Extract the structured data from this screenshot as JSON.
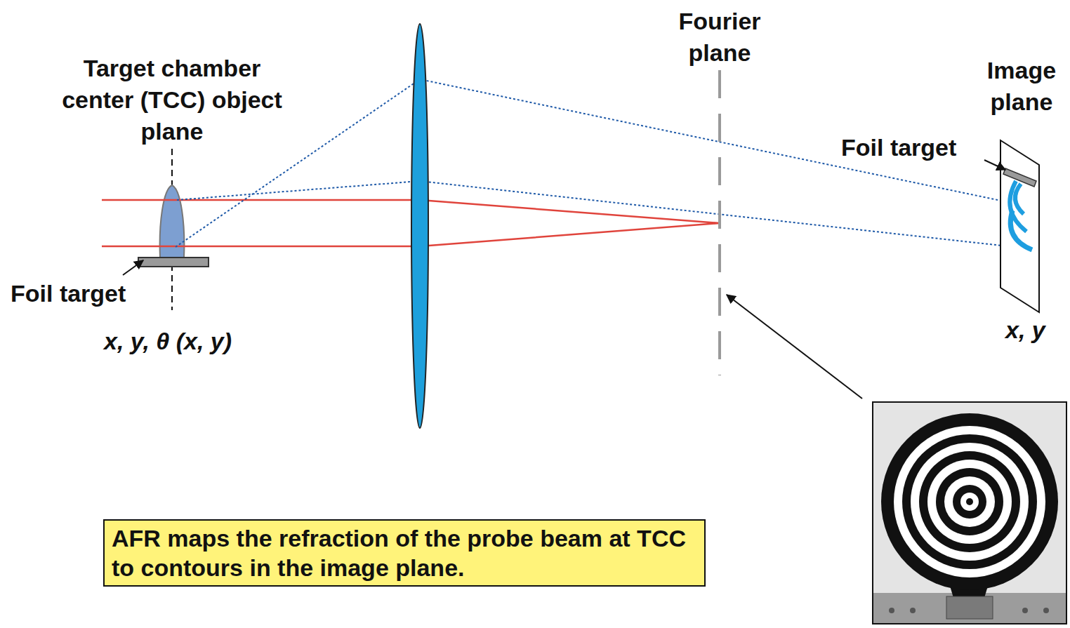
{
  "diagram": {
    "nodes": [
      {
        "text": [
          "AFR maps the refraction of the probe beam at TCC to contours in the image plane."
        ]
      }
    ],
    "labels": [
      "Target chamber center (TCC) object plane",
      "Fourier plane",
      "Image plane",
      "Foil target",
      "Foil target",
      "x, y, θ (x, y)",
      "x, y"
    ]
  }
}
